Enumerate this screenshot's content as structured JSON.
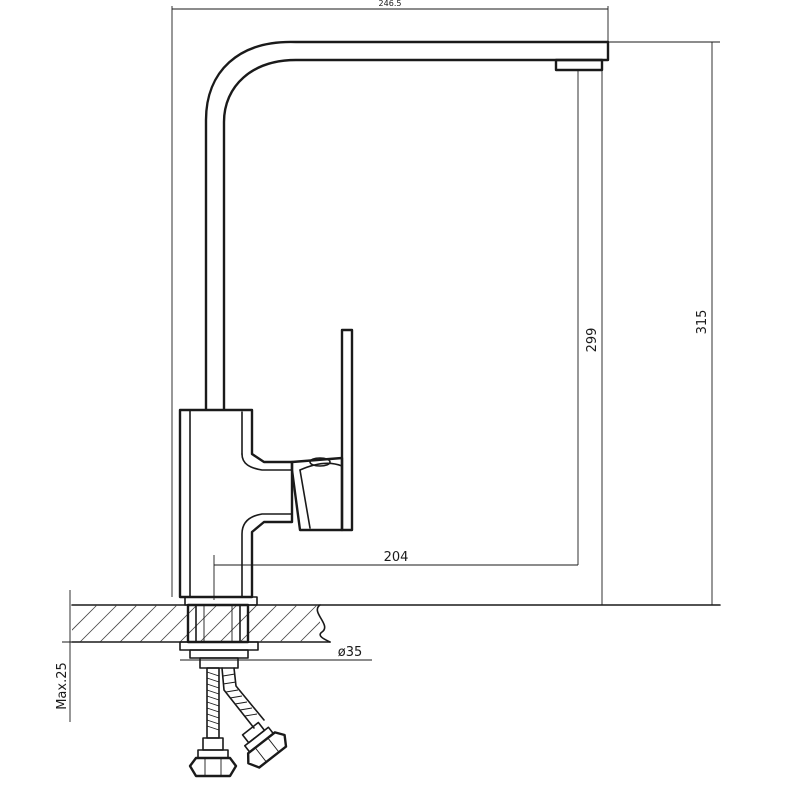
{
  "dimensions": {
    "overall_width": "246.5",
    "total_height": "315",
    "spout_height": "299",
    "spout_reach": "204",
    "hole_diameter": "ø35",
    "max_thickness": "Max.25"
  }
}
